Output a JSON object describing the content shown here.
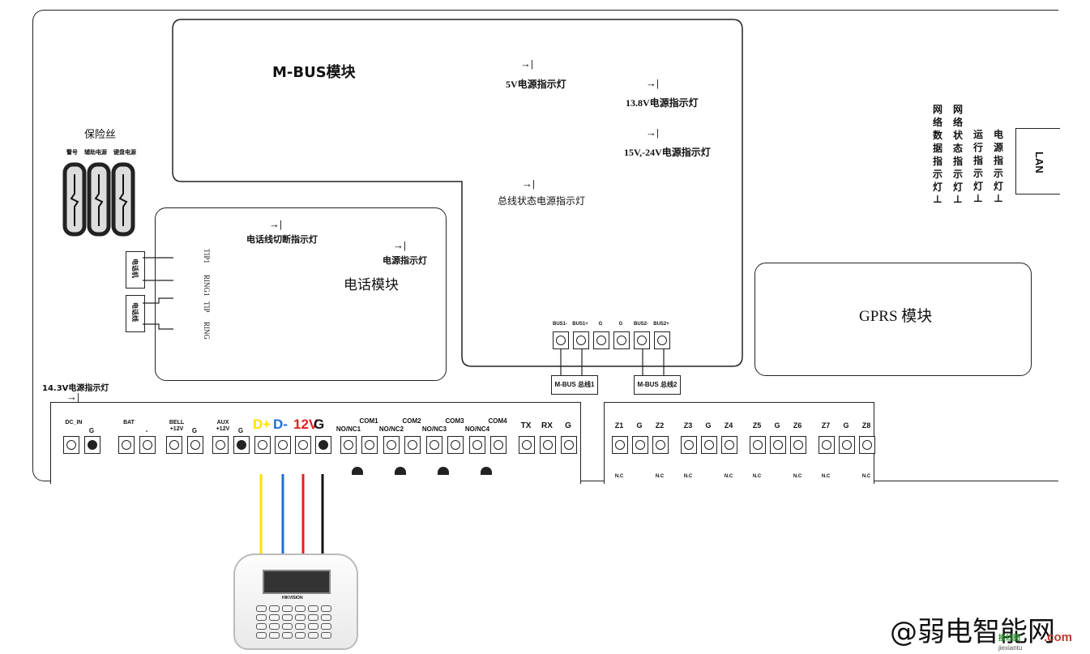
{
  "mbus_module": {
    "title": "M-BUS模块",
    "leds": [
      {
        "label": "5V电源指示灯"
      },
      {
        "label": "13.8V电源指示灯"
      },
      {
        "label": "15V,-24V电源指示灯"
      },
      {
        "label": "总线状态电源指示灯"
      }
    ],
    "bus_terminals": [
      "BUS1-",
      "BUS1+",
      "G",
      "G",
      "BUS2-",
      "BUS2+"
    ],
    "bus_labels": [
      "M-BUS 总线1",
      "M-BUS 总线2"
    ]
  },
  "phone_module": {
    "title": "电话模块",
    "leds": [
      "电话线切断指示灯",
      "电源指示灯"
    ],
    "pins": [
      "TIP1",
      "RING1",
      "TIP",
      "RING"
    ],
    "devices": [
      "电话机",
      "电话线"
    ]
  },
  "fuse": {
    "title": "保险丝",
    "labels": [
      "警号",
      "辅助电源",
      "键盘电源"
    ]
  },
  "gprs_module": {
    "title": "GPRS 模块"
  },
  "lan": {
    "label": "LAN"
  },
  "status_leds": [
    {
      "text": "网络数据指示灯"
    },
    {
      "text": "网络状态指示灯"
    },
    {
      "text": "运行指示灯"
    },
    {
      "text": "电源指示灯"
    }
  ],
  "power_led": "14.3V电源指示灯",
  "bottom_left": {
    "groups": [
      {
        "label": "DC_IN",
        "terms": [
          "",
          "G"
        ]
      },
      {
        "label": "BAT",
        "terms": [
          "+",
          "-"
        ]
      },
      {
        "label": "BELL +12V",
        "terms": [
          "",
          "G"
        ]
      },
      {
        "label": "AUX +12V",
        "terms": [
          "",
          "G"
        ]
      }
    ],
    "rs485": [
      "D+",
      "D-",
      "12V",
      "G"
    ],
    "relays": [
      "COM1",
      "COM2",
      "COM3",
      "COM4"
    ],
    "relay_nc": [
      "NO/NC1",
      "NO/NC2",
      "NO/NC3",
      "NO/NC4"
    ],
    "serial": [
      "TX",
      "RX",
      "G"
    ]
  },
  "zones": [
    "Z1",
    "G",
    "Z2",
    "Z3",
    "G",
    "Z4",
    "Z5",
    "G",
    "Z6",
    "Z7",
    "G",
    "Z8"
  ],
  "zone_nc": "N.C",
  "keypad": {
    "brand": "HIKVISION"
  },
  "wire_colors": {
    "d_plus": "#ffe000",
    "d_minus": "#1e6fd9",
    "v12": "#e02020",
    "gnd": "#111111"
  },
  "watermark": {
    "main": "@弱电智能网",
    "small": "jiexiantu",
    "com": ".com",
    "cn": "接线图"
  }
}
